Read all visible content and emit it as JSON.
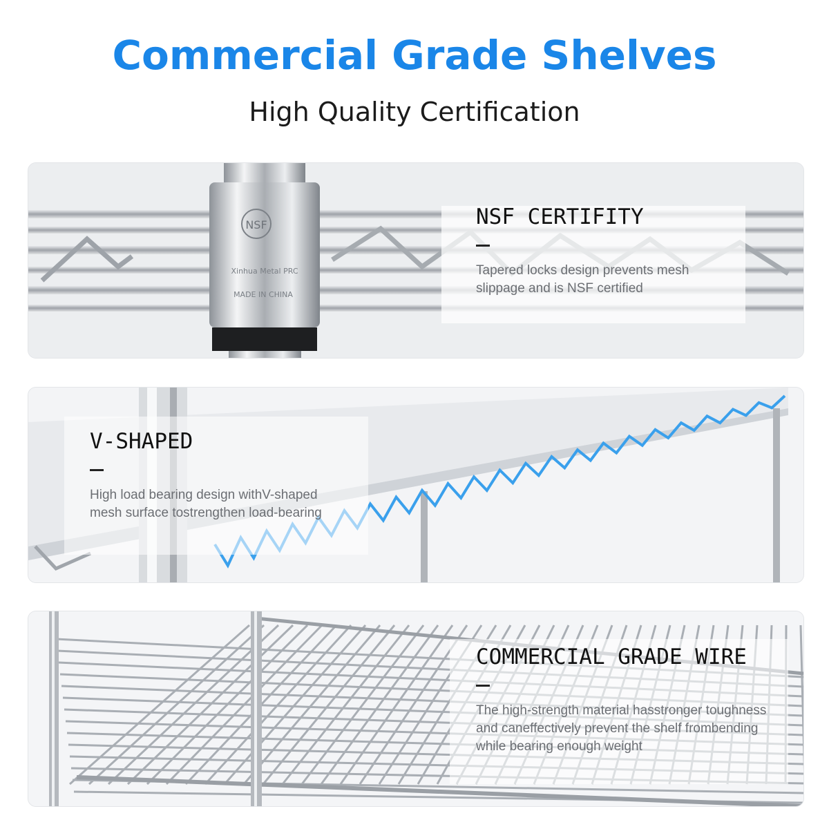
{
  "header": {
    "title": "Commercial Grade Shelves",
    "subtitle": "High Quality Certification"
  },
  "features": [
    {
      "heading": "NSF CERTIFITY",
      "desc_line1": "Tapered locks design prevents mesh",
      "desc_line2": "slippage and is NSF certified"
    },
    {
      "heading": "V-SHAPED",
      "desc_line1": "High load bearing design withV-shaped",
      "desc_line2": "mesh surface tostrengthen load-bearing"
    },
    {
      "heading": "COMMERCIAL GRADE WIRE",
      "desc_line1": "The high-strength material hasstronger toughness",
      "desc_line2": "and caneffectively prevent the shelf frombending",
      "desc_line3": "while bearing enough weight"
    }
  ],
  "sleeve_engraving": {
    "logo": "NSF",
    "line1": "Xinhua Metal PRC",
    "line2": "MADE IN CHINA"
  },
  "colors": {
    "accent": "#1a86e8",
    "wave_blue": "#3aa0ec",
    "chrome": "#b9bdc3"
  }
}
